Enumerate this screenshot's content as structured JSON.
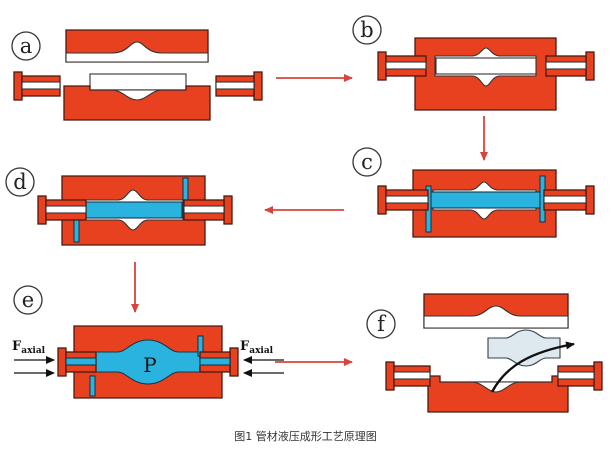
{
  "caption": "图1 管材液压成形工艺原理图",
  "steps": [
    "a",
    "b",
    "c",
    "d",
    "e",
    "f"
  ],
  "force_label": {
    "main": "F",
    "sub": "axial"
  },
  "pressure_label": "P",
  "colors": {
    "die": "#e8411f",
    "fluid": "#29b3de",
    "arrow": "#d8443c",
    "outline": "#4a1a10",
    "part": "#dde8ef"
  }
}
